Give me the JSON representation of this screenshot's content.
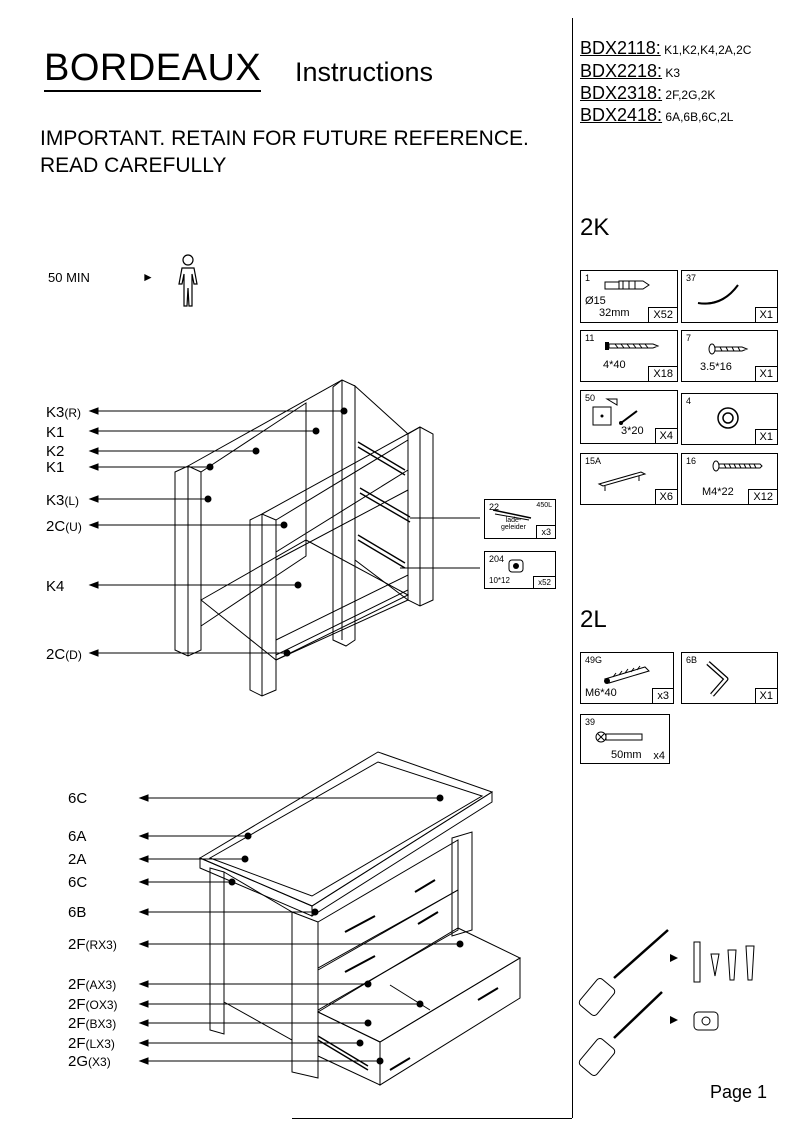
{
  "header": {
    "brand": "BORDEAUX",
    "subtitle": "Instructions",
    "important_line1": "IMPORTANT.  RETAIN FOR FUTURE REFERENCE.",
    "important_line2": "READ CAREFULLY"
  },
  "models": [
    {
      "code": "BDX2118:",
      "parts": "K1,K2,K4,2A,2C"
    },
    {
      "code": "BDX2218:",
      "parts": "K3"
    },
    {
      "code": "BDX2318:",
      "parts": "2F,2G,2K"
    },
    {
      "code": "BDX2418:",
      "parts": "6A,6B,6C,2L"
    }
  ],
  "assembly": {
    "time": "50 MIN",
    "play_glyph": "►",
    "person_icon": "person-icon"
  },
  "upper_callouts": [
    {
      "main": "K3",
      "sub": "(R)"
    },
    {
      "main": "K1",
      "sub": ""
    },
    {
      "main": "K2",
      "sub": ""
    },
    {
      "main": "K1",
      "sub": ""
    },
    {
      "main": "K3",
      "sub": "(L)"
    },
    {
      "main": "2C",
      "sub": "(U)"
    },
    {
      "main": "K4",
      "sub": ""
    },
    {
      "main": "2C",
      "sub": "(D)"
    }
  ],
  "lower_callouts": [
    {
      "main": "6C",
      "sub": ""
    },
    {
      "main": "6A",
      "sub": ""
    },
    {
      "main": "2A",
      "sub": ""
    },
    {
      "main": "6C",
      "sub": ""
    },
    {
      "main": "6B",
      "sub": ""
    },
    {
      "main": "2F",
      "sub": "(RX3)"
    },
    {
      "main": "2F",
      "sub": "(AX3)"
    },
    {
      "main": "2F",
      "sub": "(OX3)"
    },
    {
      "main": "2F",
      "sub": "(BX3)"
    },
    {
      "main": "2F",
      "sub": "(LX3)"
    },
    {
      "main": "2G",
      "sub": "(X3)"
    }
  ],
  "inline_parts": {
    "slides": {
      "id": "22",
      "size": "450L",
      "name1": "lade-",
      "name2": "geleider",
      "qty": "x3"
    },
    "cam": {
      "id": "204",
      "spec": "10*12",
      "qty": "x52"
    }
  },
  "section_2k": {
    "title": "2K",
    "parts": [
      {
        "id": "1",
        "spec": "Ø15",
        "spec2": "32mm",
        "qty": "X52"
      },
      {
        "id": "37",
        "spec": "",
        "spec2": "",
        "qty": "X1"
      },
      {
        "id": "11",
        "spec": "4*40",
        "spec2": "",
        "qty": "X18"
      },
      {
        "id": "7",
        "spec": "3.5*16",
        "spec2": "",
        "qty": "X1"
      },
      {
        "id": "50",
        "spec": "3*20",
        "spec2": "",
        "qty": "X4"
      },
      {
        "id": "4",
        "spec": "",
        "spec2": "",
        "qty": "X1"
      },
      {
        "id": "15A",
        "spec": "",
        "spec2": "",
        "qty": "X6"
      },
      {
        "id": "16",
        "spec": "M4*22",
        "spec2": "",
        "qty": "X12"
      }
    ]
  },
  "section_2l": {
    "title": "2L",
    "parts": [
      {
        "id": "49G",
        "spec": "M6*40",
        "qty": "x3"
      },
      {
        "id": "6B",
        "spec": "",
        "qty": "X1"
      },
      {
        "id": "39",
        "spec": "50mm",
        "qty": "x4"
      }
    ]
  },
  "footer": {
    "page": "Page 1"
  }
}
